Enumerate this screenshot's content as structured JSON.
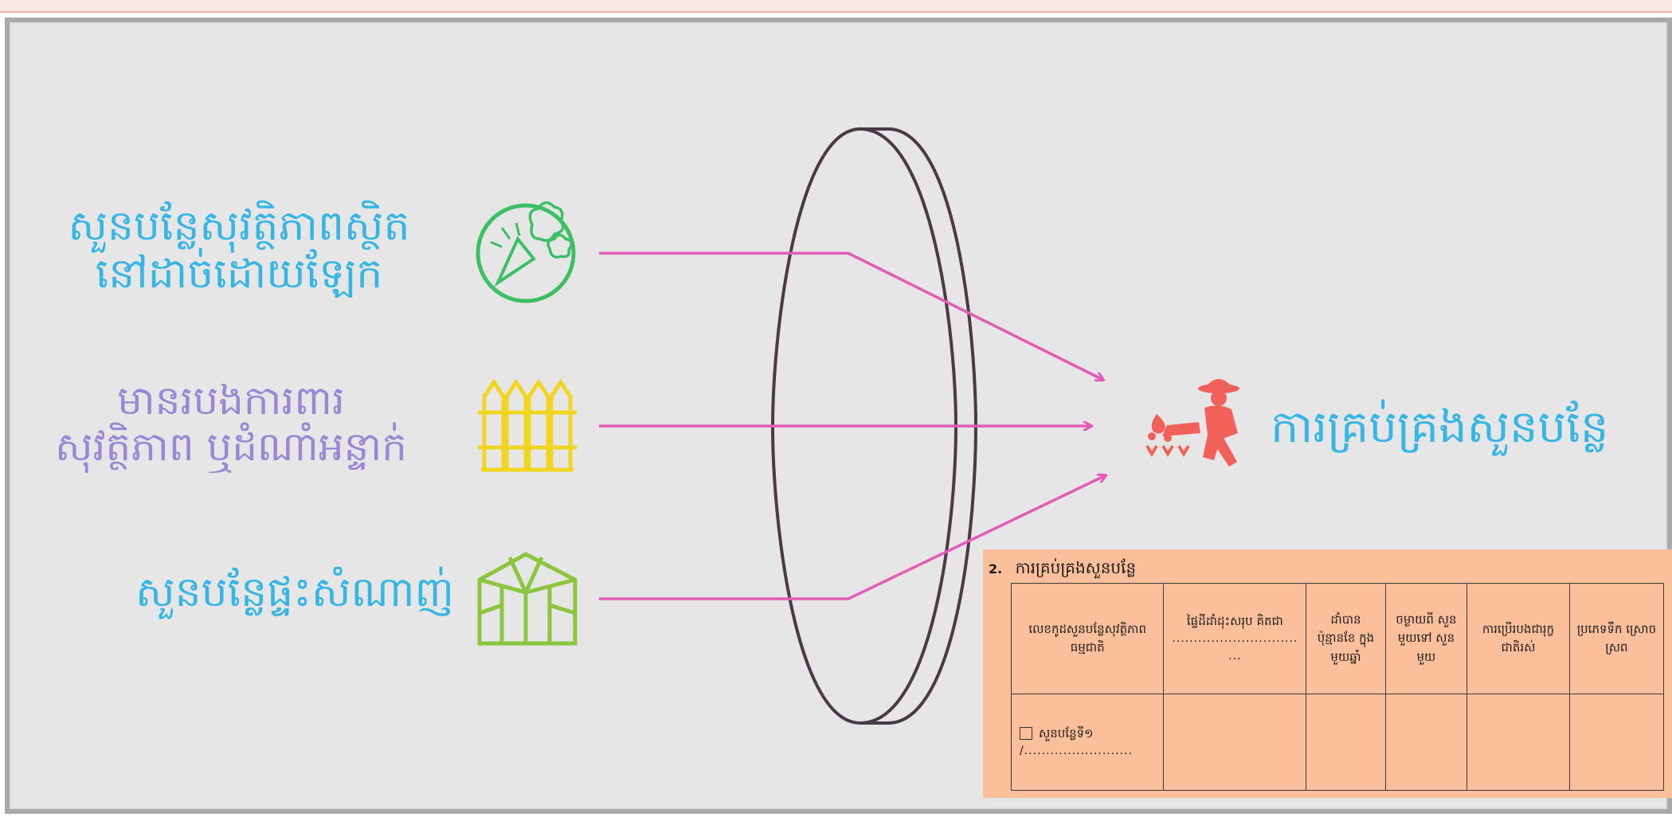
{
  "diagram": {
    "inputs": [
      {
        "line1": "សួនបន្លែសុវត្ថិភាពស្ថិត",
        "line2": "នៅដាច់ដោយឡែក",
        "icon": "vegetable-icon",
        "color": "#37b6e6"
      },
      {
        "line1": "មានរបងការពារ",
        "line2": "សុវត្ថិភាព ឬដំណាំអន្ទាក់",
        "icon": "fence-icon",
        "color": "#9a88d6"
      },
      {
        "line1": "សួនបន្លែផ្ទះសំណាញ់",
        "icon": "greenhouse-icon",
        "color": "#37b6e6"
      }
    ],
    "output": {
      "label": "ការគ្រប់គ្រងសួនបន្លែ",
      "icon": "farmer-watering-icon",
      "color": "#37b6e6"
    },
    "lens_icon": "lens-icon",
    "arrow_color": "#e35bb8"
  },
  "table": {
    "number": "2.",
    "title": "ការគ្រប់គ្រងសួនបន្លែ",
    "headers": [
      "លេខកូដសួនបន្លែសុវត្ថិភាពធម្មជាតិ",
      "ផ្ទៃដីដាំដុះសរុប គិតជា",
      "ដាំបាន ប៉ុន្មានខែ ក្នុងមួយឆ្នាំ",
      "ចម្ងាយពី សួនមួយទៅ សួនមួយ",
      "ការប្រើរបងជារុក្ខជាតិរស់",
      "ប្រភេទទឹក ស្រោចស្រព"
    ],
    "header2_dots": ".............................",
    "header2_dots2": "...",
    "row1_label": "សួនបន្លែទី១",
    "row1_dots": "/........................."
  }
}
